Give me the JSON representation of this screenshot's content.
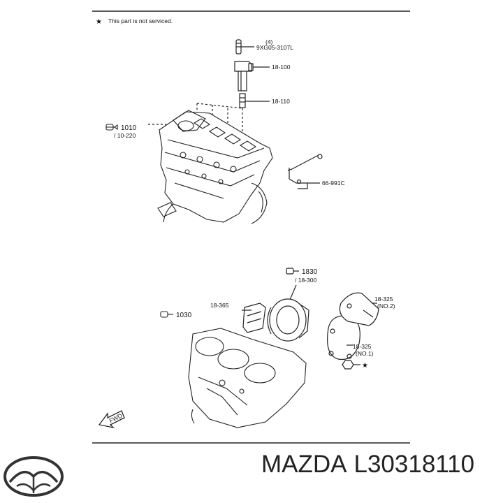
{
  "note": {
    "symbol": "★",
    "text": "This part is not serviced."
  },
  "callouts": {
    "qty": "(4)",
    "bolt_part": "9XG05-3107L",
    "coil_part": "18-100",
    "plug_part": "18-110",
    "head_ref": "1010",
    "head_sub": "/ 10-220",
    "bracket_part": "66-991C",
    "thermo_ref": "1830",
    "thermo_sub": "/ 18-300",
    "clamp_part": "18-365",
    "cover_part_2": "18-325",
    "cover_no_2": "(NO.2)",
    "cover_part_1": "18-325",
    "cover_no_1": "(NO.1)",
    "block_ref": "1030",
    "fwd_label": "FWD",
    "star_symbol": "★"
  },
  "footer": {
    "brand": "MAZDA",
    "part_number": "L30318110"
  }
}
